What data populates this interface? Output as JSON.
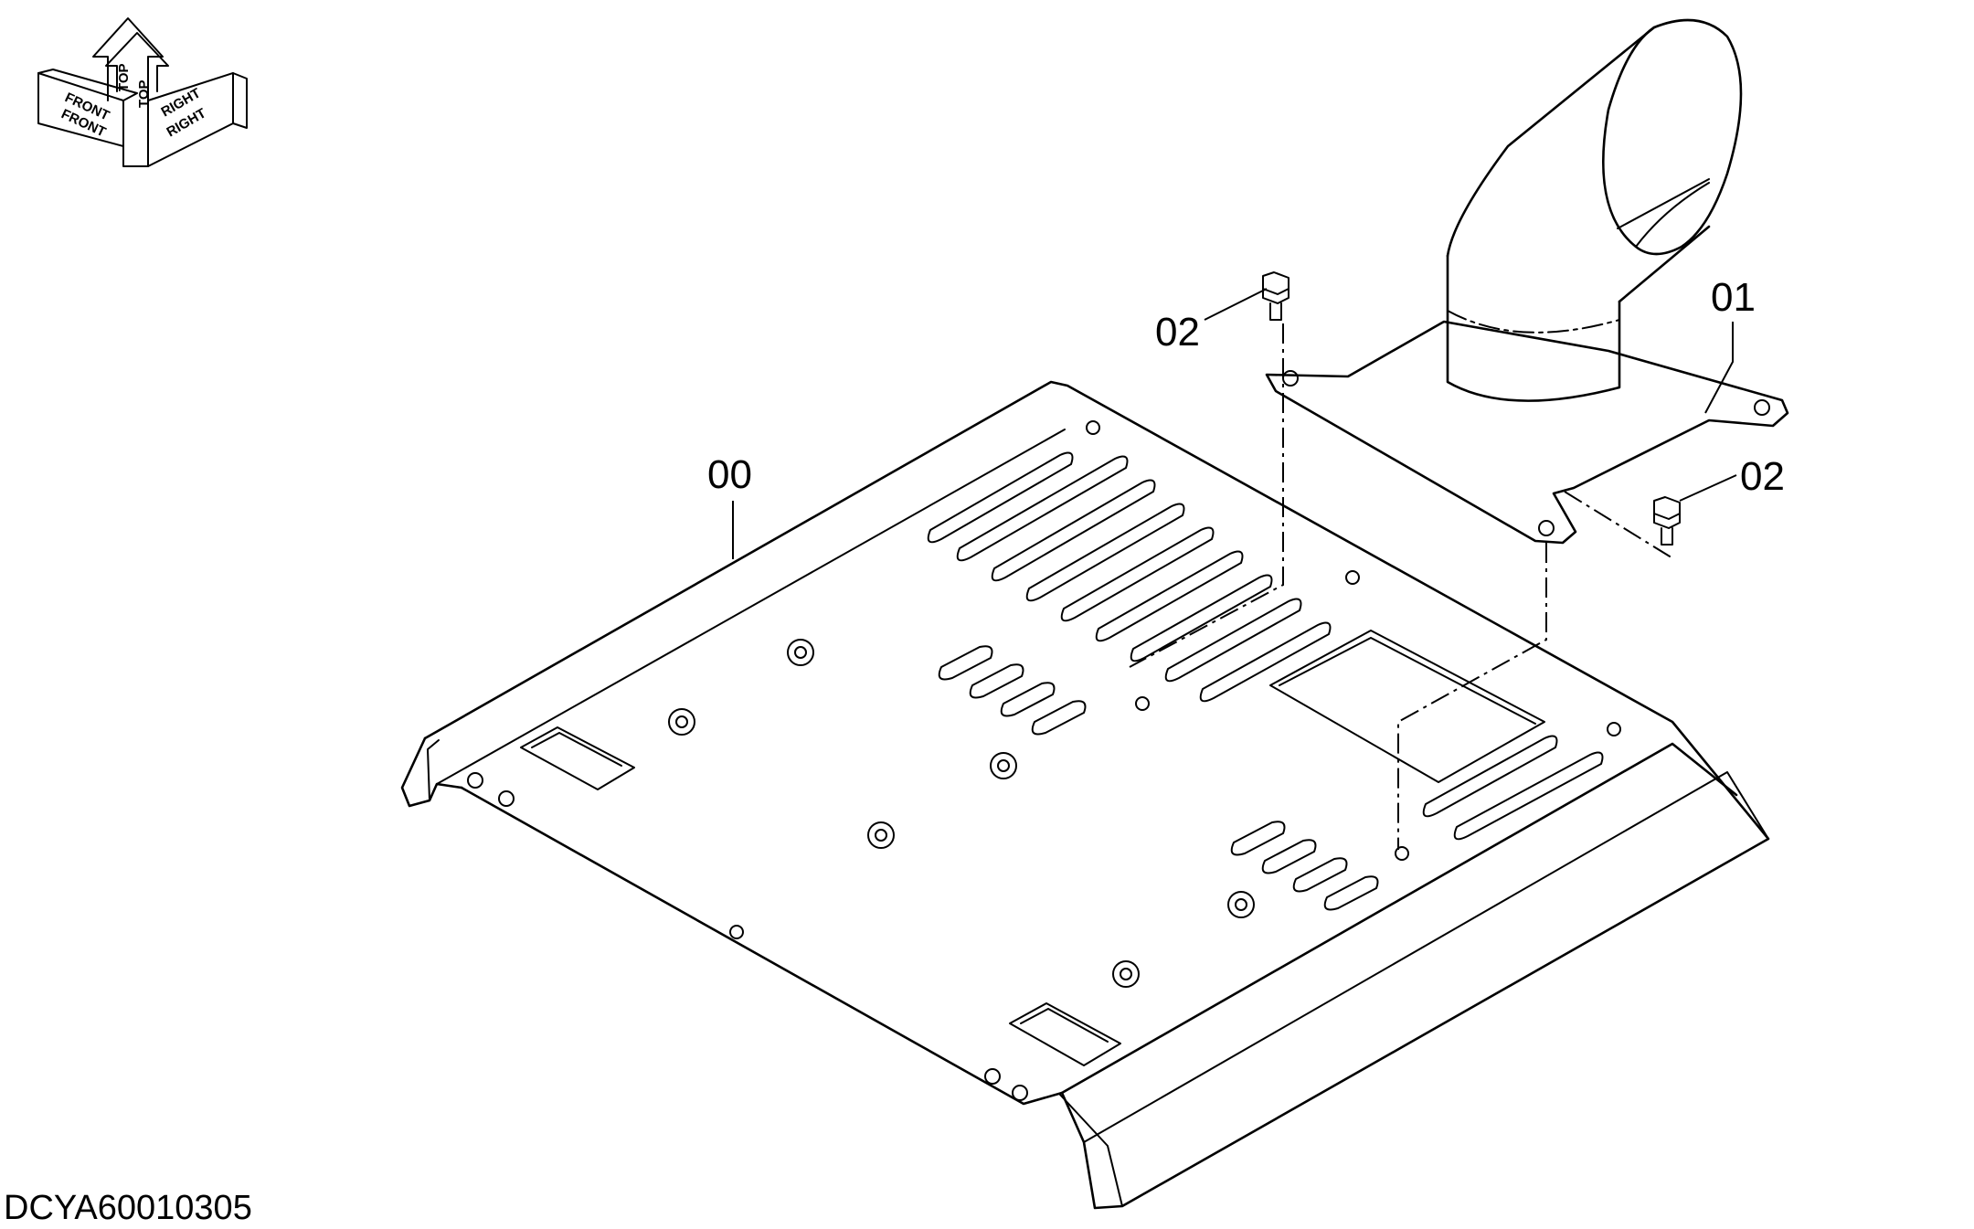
{
  "diagram": {
    "drawing_number": "DCYA60010305",
    "callouts": {
      "base_plate": "00",
      "exhaust_duct": "01",
      "bolt_upper": "02",
      "bolt_right": "02"
    },
    "orientation": {
      "front_back": "FRONT",
      "front_front": "FRONT",
      "top_back": "TOP",
      "top_front": "TOP",
      "right_back": "RIGHT",
      "right_front": "RIGHT"
    }
  }
}
